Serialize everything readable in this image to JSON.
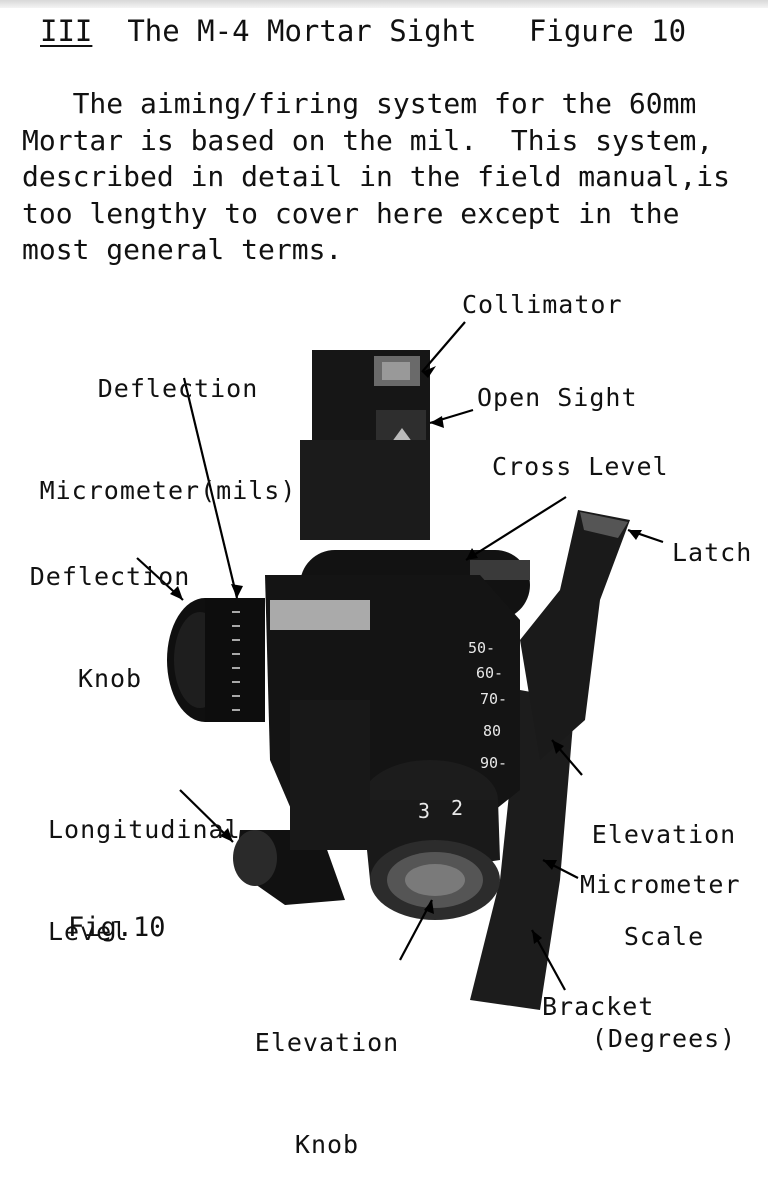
{
  "heading": {
    "section": "III",
    "title": "The M-4 Mortar Sight",
    "figure_ref": "Figure 10"
  },
  "paragraph": [
    "   The aiming/firing system for the 60mm",
    "Mortar is based on the mil.  This system,",
    "described in detail in the field manual,is",
    "too lengthy to cover here except in the",
    "most general terms."
  ],
  "callouts": {
    "deflection_micrometer": [
      "Deflection",
      "Micrometer(mils)"
    ],
    "collimator": "Collimator",
    "open_sight": "Open Sight",
    "cross_level": "Cross Level",
    "deflection_knob": [
      "Deflection",
      "Knob"
    ],
    "latch": "Latch",
    "longitudinal_level": [
      "Longitudinal",
      "Level"
    ],
    "elevation_scale": [
      "Elevation",
      "Scale",
      "(Degrees)"
    ],
    "micrometer": "Micrometer",
    "elevation_knob": [
      "Elevation",
      "Knob"
    ],
    "bracket": "Bracket"
  },
  "scale_marks": [
    "50-",
    "60-",
    "70-",
    "80",
    "90-"
  ],
  "knob_digits": [
    "3",
    "2"
  ],
  "figure_caption": "Fig.10"
}
